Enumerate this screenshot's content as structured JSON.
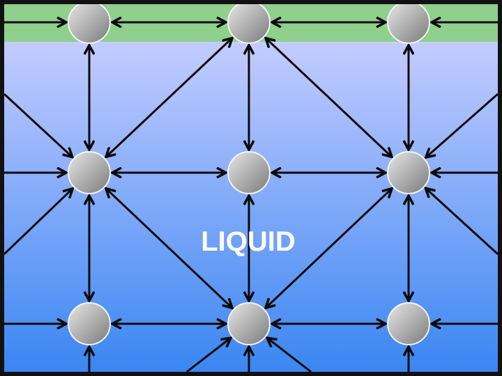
{
  "label": "LIQUID",
  "colors": {
    "surface_band": "#8fd08c",
    "liquid_top": "#c4ccff",
    "liquid_bottom": "#3a86f2",
    "border": "#111111",
    "arrow": "#0a0a0a",
    "molecule_light": "#e8e8e8",
    "molecule_dark": "#7a7a7a",
    "label_text": "#ffffff"
  },
  "molecules": [
    {
      "row": 0,
      "col": 0
    },
    {
      "row": 0,
      "col": 1
    },
    {
      "row": 0,
      "col": 2
    },
    {
      "row": 1,
      "col": 0
    },
    {
      "row": 1,
      "col": 1
    },
    {
      "row": 1,
      "col": 2
    },
    {
      "row": 2,
      "col": 0
    },
    {
      "row": 2,
      "col": 1
    },
    {
      "row": 2,
      "col": 2
    }
  ],
  "bonds": [
    {
      "from": [
        0,
        0
      ],
      "to": [
        0,
        1
      ]
    },
    {
      "from": [
        0,
        1
      ],
      "to": [
        0,
        2
      ]
    },
    {
      "from": [
        1,
        0
      ],
      "to": [
        1,
        1
      ]
    },
    {
      "from": [
        1,
        1
      ],
      "to": [
        1,
        2
      ]
    },
    {
      "from": [
        2,
        0
      ],
      "to": [
        2,
        1
      ]
    },
    {
      "from": [
        2,
        1
      ],
      "to": [
        2,
        2
      ]
    },
    {
      "from": [
        0,
        0
      ],
      "to": [
        1,
        0
      ]
    },
    {
      "from": [
        0,
        1
      ],
      "to": [
        1,
        1
      ]
    },
    {
      "from": [
        0,
        2
      ],
      "to": [
        1,
        2
      ]
    },
    {
      "from": [
        1,
        0
      ],
      "to": [
        2,
        0
      ]
    },
    {
      "from": [
        1,
        1
      ],
      "to": [
        2,
        1
      ]
    },
    {
      "from": [
        1,
        2
      ],
      "to": [
        2,
        2
      ]
    },
    {
      "from": [
        1,
        0
      ],
      "to": [
        0,
        1
      ]
    },
    {
      "from": [
        0,
        1
      ],
      "to": [
        1,
        2
      ]
    },
    {
      "from": [
        1,
        0
      ],
      "to": [
        2,
        1
      ]
    },
    {
      "from": [
        2,
        1
      ],
      "to": [
        1,
        2
      ]
    }
  ]
}
